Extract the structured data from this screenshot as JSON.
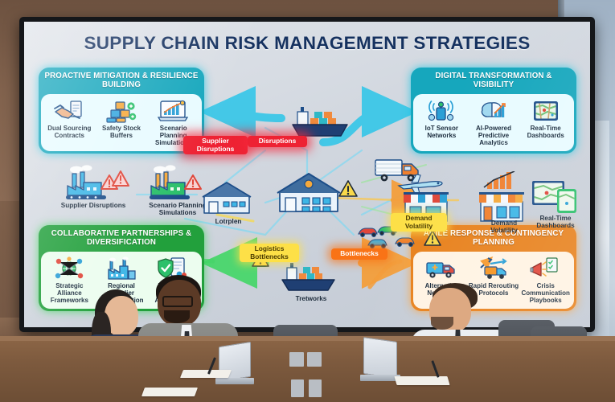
{
  "display": {
    "title": "SUPPLY CHAIN RISK MANAGEMENT STRATEGIES"
  },
  "panels": {
    "top_left": {
      "header": "PROACTIVE MITIGATION & RESILIENCE BUILDING",
      "accent": "#16a7bd",
      "items": [
        {
          "icon": "handshake-contract-icon",
          "label": "Dual Sourcing Contracts"
        },
        {
          "icon": "stacked-boxes-icon",
          "label": "Safety Stock Buffers"
        },
        {
          "icon": "laptop-chart-icon",
          "label": "Scenario Planning Simulations"
        }
      ]
    },
    "top_right": {
      "header": "DIGITAL TRANSFORMATION & VISIBILITY",
      "accent": "#16a7bd",
      "items": [
        {
          "icon": "sensor-signal-icon",
          "label": "IoT Sensor Networks"
        },
        {
          "icon": "brain-analytics-icon",
          "label": "AI-Powered Predictive Analytics"
        },
        {
          "icon": "dashboard-map-icon",
          "label": "Real-Time Dashboards"
        }
      ]
    },
    "bottom_left": {
      "header": "COLLABORATIVE PARTNERSHIPS & DIVERSIFICATION",
      "accent": "#22a03c",
      "items": [
        {
          "icon": "globe-network-people-icon",
          "label": "Strategic Alliance Frameworks"
        },
        {
          "icon": "factories-icon",
          "label": "Regional Supplier Diversification"
        },
        {
          "icon": "shield-document-icon",
          "label": "Joint Risk-Sharing Agreements"
        }
      ]
    },
    "bottom_right": {
      "header": "AGILE RESPONSE & CONTINGENCY PLANNING",
      "accent": "#e8821e",
      "items": [
        {
          "icon": "delivery-truck-icon",
          "label": "Alternative Networks"
        },
        {
          "icon": "rerouting-arrows-truck-icon",
          "label": "Rapid Rerouting Protocols"
        },
        {
          "icon": "megaphone-checklist-icon",
          "label": "Crisis Communication Playbooks"
        }
      ]
    }
  },
  "diagram": {
    "risk_labels": [
      {
        "text": "Supplier Disruptions",
        "color": "red"
      },
      {
        "text": "Disruptions",
        "color": "red"
      },
      {
        "text": "Logistics Bottlenecks",
        "color": "yellow"
      },
      {
        "text": "Bottlenecks",
        "color": "orange"
      },
      {
        "text": "Demand Volatility",
        "color": "yellow"
      }
    ],
    "node_captions": [
      {
        "icon": "factory-icon",
        "label": "Supplier Disruptions"
      },
      {
        "icon": "factory-icon",
        "label": "Scenario Planning Simulations"
      },
      {
        "icon": "warehouse-icon",
        "label": "Lotrplen"
      },
      {
        "icon": "container-ship-icon",
        "label": "Tretworks"
      },
      {
        "icon": "storefront-icon",
        "label": "Demand Volatility"
      },
      {
        "icon": "dashboard-icon",
        "label": "Real-Time Dashboards"
      }
    ],
    "secondary_captions": [
      {
        "icon": "rapid-rerouting-icon",
        "label": "Rapid Rerouting Protocols"
      },
      {
        "icon": "regional-supplier-icon",
        "label": "Regional Supplier Diversification"
      }
    ],
    "flow_colors": {
      "cyan": "#2fc6e8",
      "green": "#3ed663",
      "orange": "#f79a2e",
      "yellow": "#f7d94a",
      "red": "#ee2233"
    }
  },
  "room": {
    "attendees": [
      {
        "name": "attendee-left",
        "attire": "navy-blazer"
      },
      {
        "name": "attendee-center",
        "attire": "gray-suit"
      },
      {
        "name": "attendee-right",
        "attire": "white-shirt-dark-tie"
      }
    ],
    "furniture": [
      "conference-table",
      "office-chair",
      "wall-display",
      "window"
    ]
  }
}
